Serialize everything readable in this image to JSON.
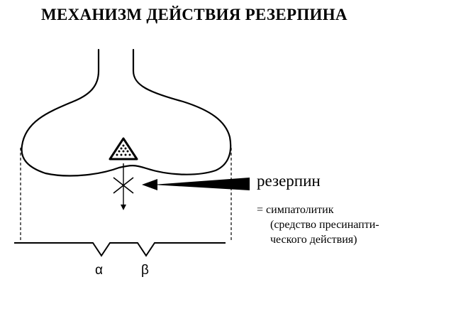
{
  "title": "МЕХАНИЗМ ДЕЙСТВИЯ РЕЗЕРПИНА",
  "drug": "резерпин",
  "classification": {
    "line1": "= симпатолитик",
    "line2": "(средство пресинапти-",
    "line3": "ческого действия)"
  },
  "receptors": {
    "alpha": "α",
    "beta": "β"
  },
  "colors": {
    "ink": "#000000",
    "background": "#ffffff"
  },
  "icons": [
    "vesicle-triangle-icon",
    "blocked-release-cross-icon",
    "inhibition-wedge-arrow-icon"
  ]
}
